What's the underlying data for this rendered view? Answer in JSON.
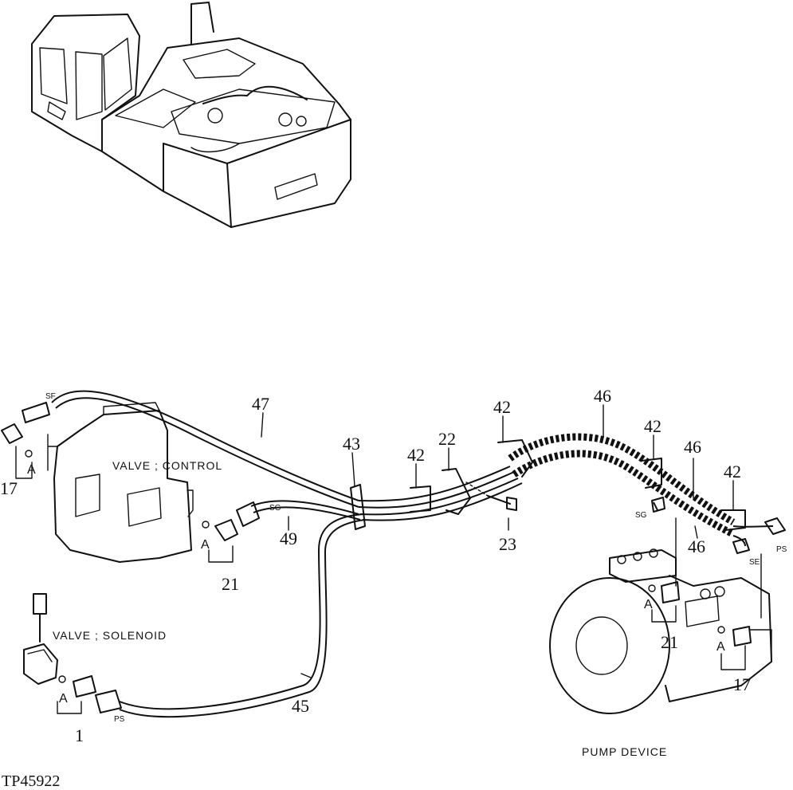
{
  "figure_id": "TP45922",
  "components": {
    "control_valve": "VALVE ; CONTROL",
    "solenoid_valve": "VALVE ; SOLENOID",
    "pump_device": "PUMP DEVICE"
  },
  "port_labels": {
    "sf": "SF",
    "sg_control": "SG",
    "sg_pump": "SG",
    "se": "SE",
    "ps_pump": "PS",
    "ps_solenoid": "PS"
  },
  "detail_marks": {
    "a_17_left": "A",
    "a_21_left": "A",
    "a_1": "A",
    "a_21_right": "A",
    "a_17_right": "A"
  },
  "callouts": {
    "c1": "1",
    "c17_left": "17",
    "c17_right": "17",
    "c21_left": "21",
    "c21_right": "21",
    "c22": "22",
    "c23": "23",
    "c42_a": "42",
    "c42_b": "42",
    "c42_c": "42",
    "c42_d": "42",
    "c43": "43",
    "c45": "45",
    "c46_a": "46",
    "c46_b": "46",
    "c46_c": "46",
    "c47": "47",
    "c49": "49"
  }
}
